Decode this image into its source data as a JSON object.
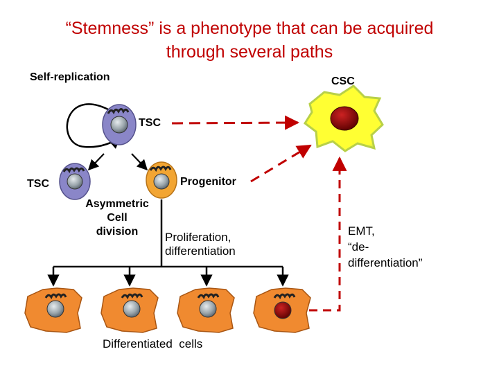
{
  "title": {
    "line1": "“Stemness” is a phenotype that can be acquired",
    "line2": "through several paths"
  },
  "labels": {
    "self_replication": "Self-replication",
    "csc": "CSC",
    "tsc_top": "TSC",
    "tsc_left": "TSC",
    "progenitor": "Progenitor",
    "asym_1": "Asymmetric",
    "asym_2": "Cell",
    "asym_3": "division",
    "prolif_1": "Proliferation,",
    "prolif_2": "differentiation",
    "emt_1": "EMT,",
    "emt_2": "“de-",
    "emt_3": "differentiation”",
    "differentiated": "Differentiated  cells"
  },
  "colors": {
    "title": "#c00000",
    "stem_cell": "#8a86c8",
    "progenitor_cell": "#f2a533",
    "differentiated_cell": "#f08a30",
    "csc_cell": "#ffff2e",
    "csc_nucleus": "#990000",
    "dashed_arrow": "#c00000"
  }
}
